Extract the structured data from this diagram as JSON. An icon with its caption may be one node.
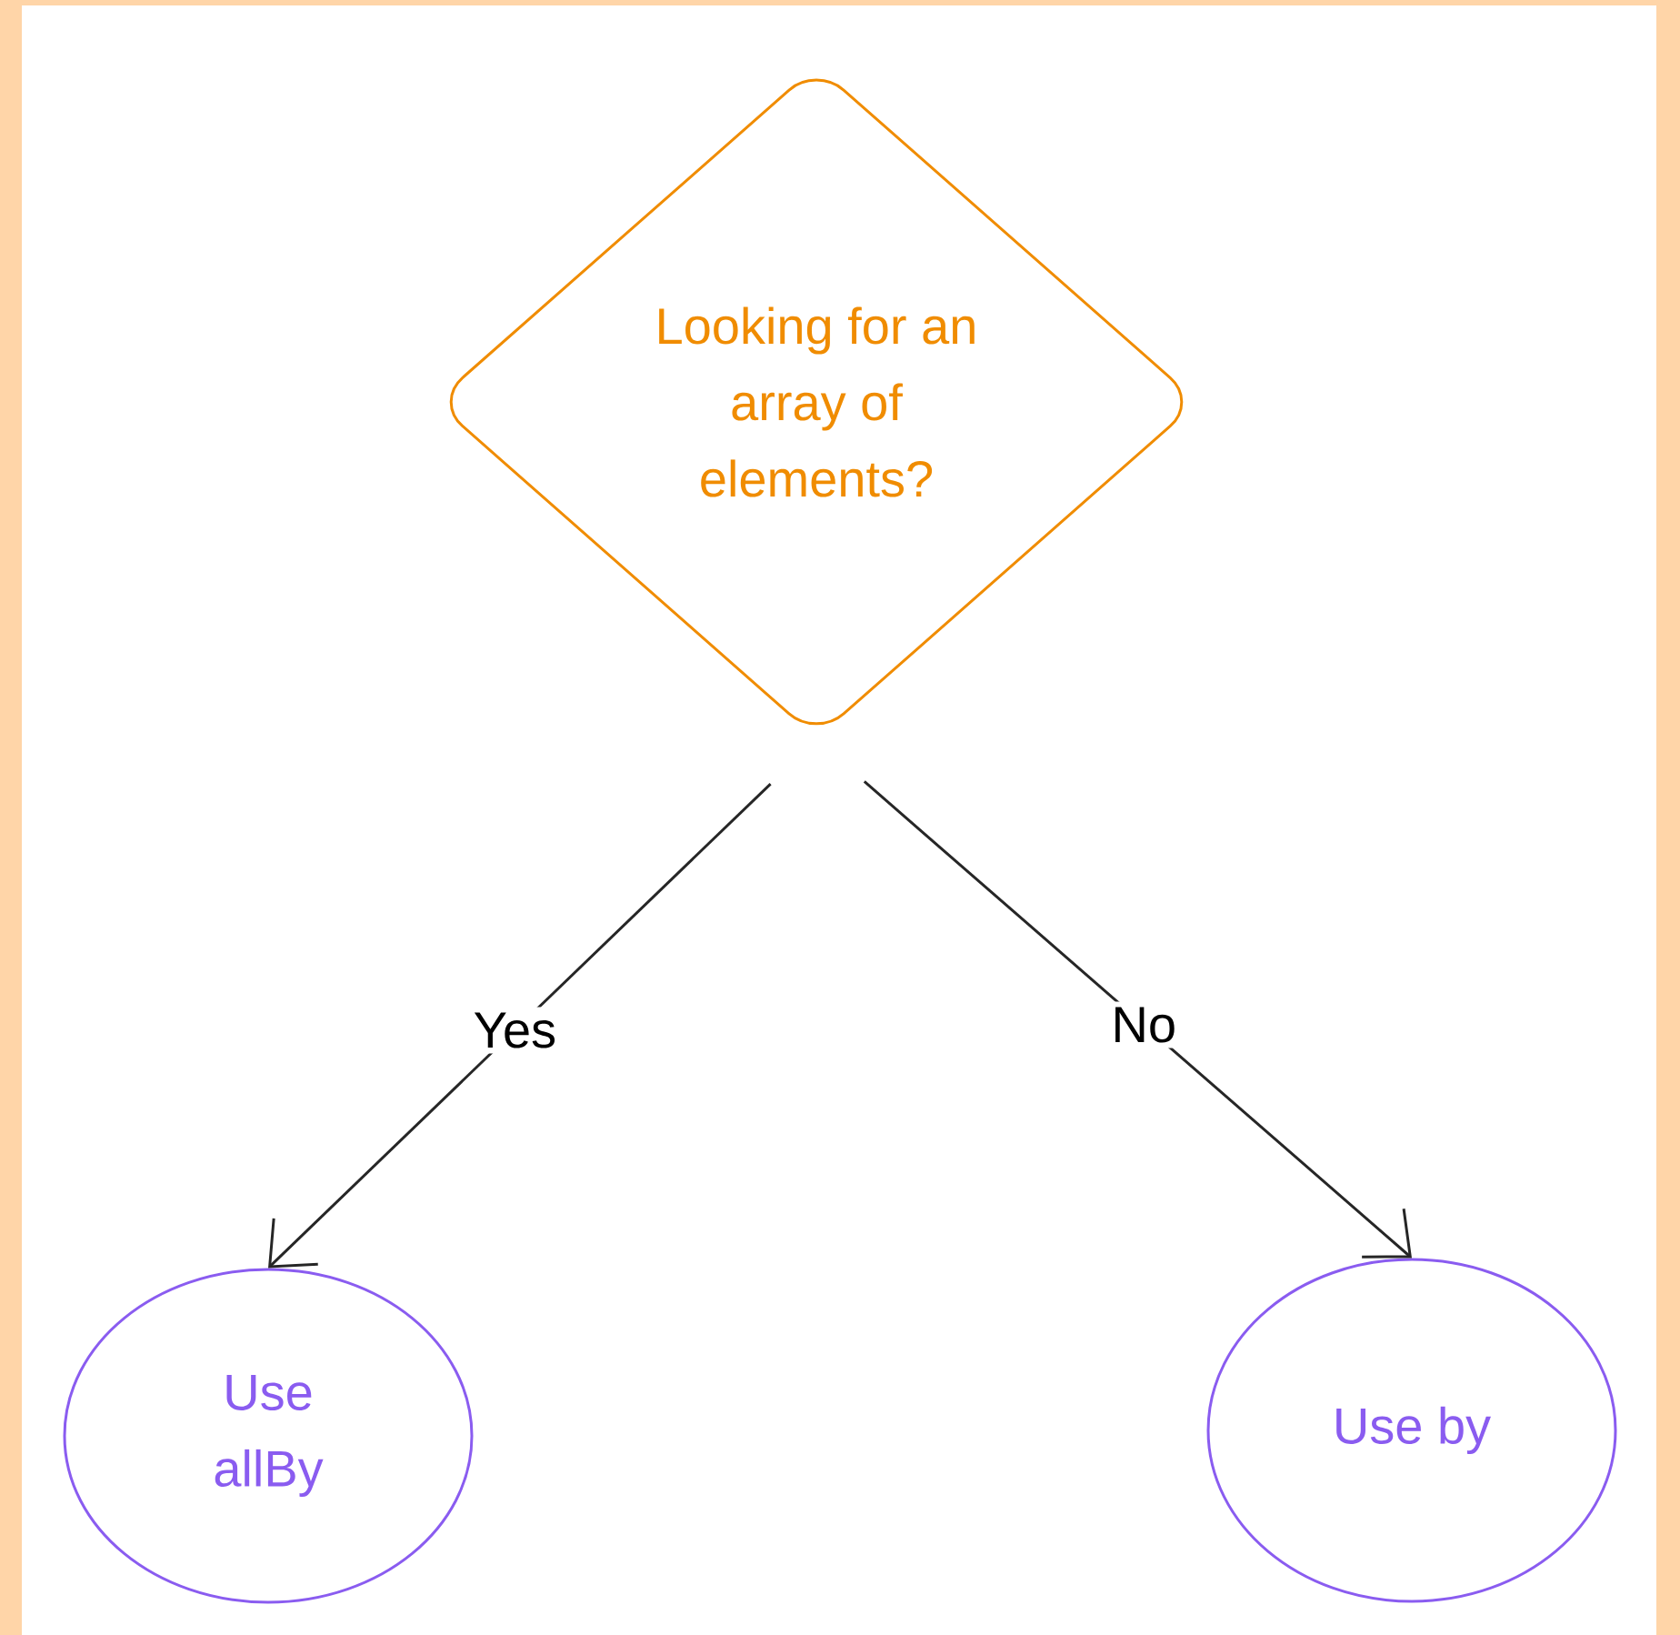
{
  "diagram": {
    "nodes": [
      {
        "text": [
          "Looking for an array of elements?"
        ]
      },
      {
        "text": [
          "Use allBy"
        ]
      },
      {
        "text": [
          "Use by"
        ]
      }
    ],
    "edges": [
      {
        "from": 0,
        "to": 1,
        "arrow": "to",
        "label": "Yes"
      },
      {
        "from": 0,
        "to": 2,
        "arrow": "to",
        "label": "No"
      }
    ]
  }
}
